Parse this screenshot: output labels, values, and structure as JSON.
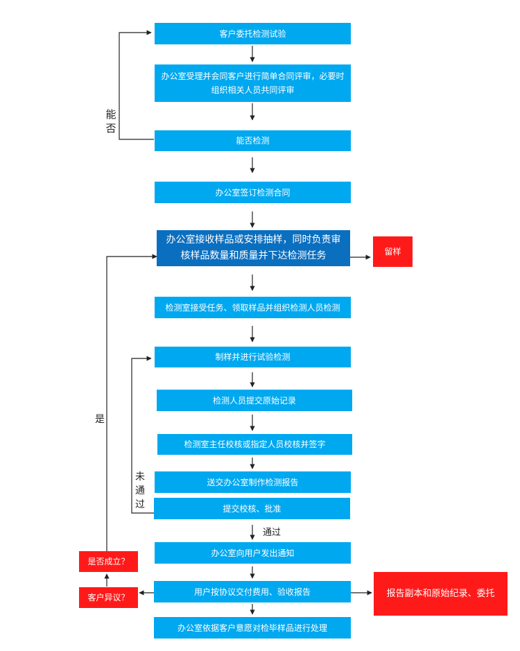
{
  "steps": {
    "s1": "客户委托检测试验",
    "s2": "办公室受理并会同客户进行简单合同评审，必要时组织相关人员共同评审",
    "s3": "能否检测",
    "s4": "办公室签订检测合同",
    "s5": "办公室接收样品或安排抽样，同时负责审核样品数量和质量并下达检测任务",
    "s6": "检测室接受任务、领取样品并组织检测人员检测",
    "s7": "制样并进行试验检测",
    "s8": "检测人员提交原始记录",
    "s9": "检测室主任校核或指定人员校核并签字",
    "s10": "送交办公室制作检测报告",
    "s11": "提交校核、批准",
    "s12": "办公室向用户发出通知",
    "s13": "用户按协议交付费用、验收报告",
    "s14": "办公室依据客户意愿对检毕样品进行处理"
  },
  "side": {
    "retain": "留样",
    "archive": "报告副本和原始纪录、委托",
    "objection": "客户异议？",
    "established": "是否成立？"
  },
  "labels": {
    "can": "能否",
    "yes": "是",
    "not_pass": "未通过",
    "pass": "通过"
  },
  "colors": {
    "step": "#00a8f0",
    "highlight": "#0b6fc0",
    "alert": "#ff1a1a",
    "line": "#222222"
  }
}
